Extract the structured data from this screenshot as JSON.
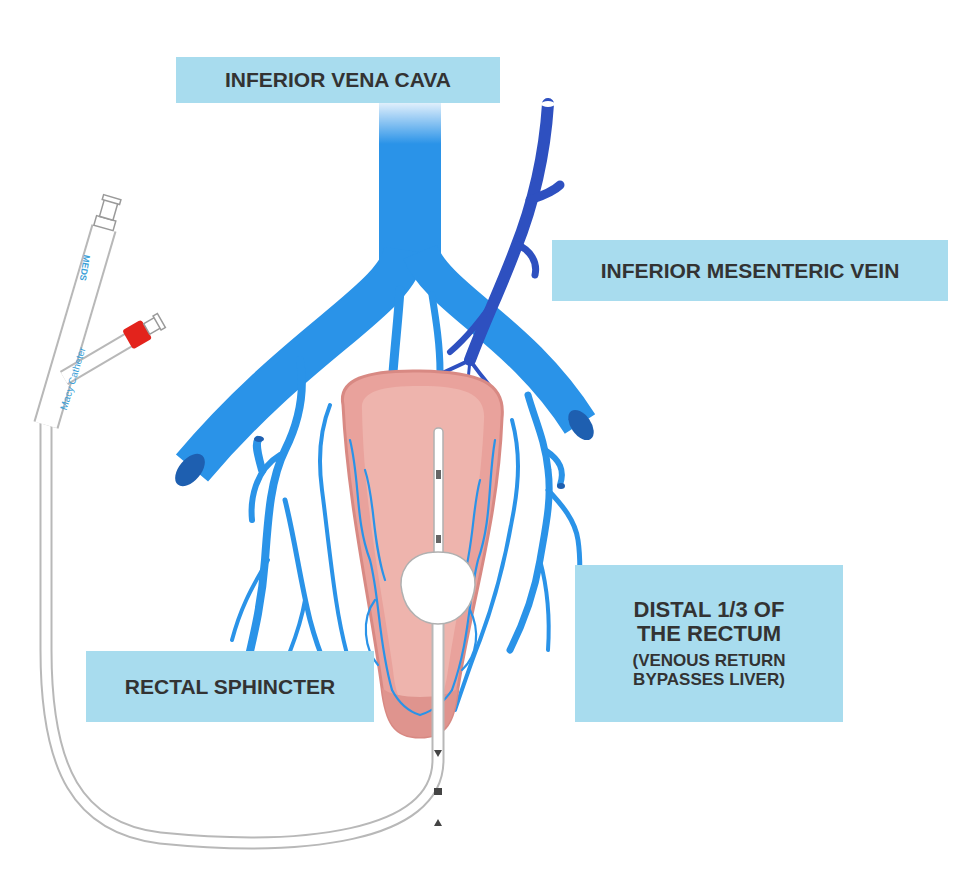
{
  "diagram": {
    "nodes": [
      {
        "text": [
          "INFERIOR VENA CAVA"
        ]
      },
      {
        "text": [
          "INFERIOR MESENTERIC VEIN"
        ]
      },
      {
        "text": [
          "DISTAL 1/3 OF THE RECTUM",
          "(VENOUS RETURN BYPASSES LIVER)"
        ]
      },
      {
        "text": [
          "RECTAL SPHINCTER"
        ]
      }
    ],
    "labels": [
      "Macy Catheter",
      "MEDS"
    ]
  }
}
